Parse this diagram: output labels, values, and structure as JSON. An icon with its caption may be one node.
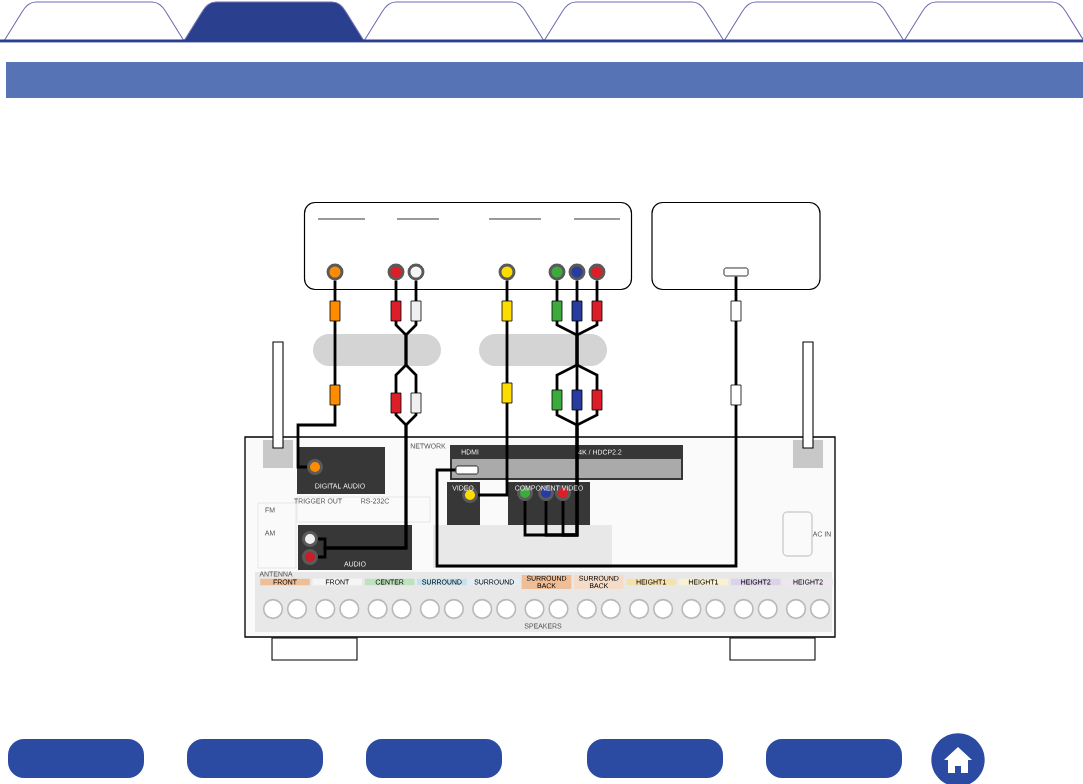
{
  "diagram": {
    "nodes": [
      {
        "text": [],
        "shape": "box"
      },
      {
        "text": [],
        "shape": "circle",
        "in": 0
      },
      {
        "text": [],
        "shape": "circle",
        "in": 0
      },
      {
        "text": [],
        "shape": "circle",
        "in": 0
      },
      {
        "text": [],
        "shape": "circle",
        "in": 0
      },
      {
        "text": [],
        "shape": "circle",
        "in": 0
      },
      {
        "text": [],
        "shape": "circle",
        "in": 0
      },
      {
        "text": [],
        "shape": "circle",
        "in": 0
      },
      {
        "text": [],
        "shape": "box"
      },
      {
        "text": [],
        "shape": "box",
        "in": 8
      },
      {
        "text": [],
        "shape": "box"
      },
      {
        "text": [],
        "shape": "circle",
        "in": 10
      },
      {
        "text": [],
        "shape": "circle",
        "in": 10
      },
      {
        "text": [],
        "shape": "circle",
        "in": 10
      },
      {
        "text": [],
        "shape": "circle",
        "in": 10
      },
      {
        "text": [],
        "shape": "circle",
        "in": 10
      },
      {
        "text": [],
        "shape": "circle",
        "in": 10
      },
      {
        "text": [],
        "shape": "circle",
        "in": 10
      },
      {
        "text": [],
        "shape": "box",
        "in": 10
      }
    ],
    "edges": [
      {
        "from": 1,
        "to": 11,
        "arrow": "none"
      },
      {
        "from": 2,
        "to": 12,
        "arrow": "none"
      },
      {
        "from": 3,
        "to": 13,
        "arrow": "none"
      },
      {
        "from": 4,
        "to": 14,
        "arrow": "none"
      },
      {
        "from": 5,
        "to": 15,
        "arrow": "none"
      },
      {
        "from": 6,
        "to": 16,
        "arrow": "none"
      },
      {
        "from": 7,
        "to": 17,
        "arrow": "none"
      },
      {
        "from": 9,
        "to": 18,
        "arrow": "none"
      }
    ],
    "labels": [
      "DIGITAL AUDIO",
      "NETWORK",
      "HDMI",
      "4K / HDCP2.2",
      "VIDEO",
      "COMPONENT VIDEO",
      "TRIGGER OUT",
      "RS-232C",
      "FM",
      "AM",
      "ANTENNA",
      "AUDIO",
      "AC IN",
      "FRONT",
      "FRONT",
      "CENTER",
      "SURROUND",
      "SURROUND",
      "SURROUND BACK",
      "SURROUND BACK",
      "HEIGHT1",
      "HEIGHT1",
      "HEIGHT2",
      "HEIGHT2",
      "SPEAKERS"
    ]
  }
}
